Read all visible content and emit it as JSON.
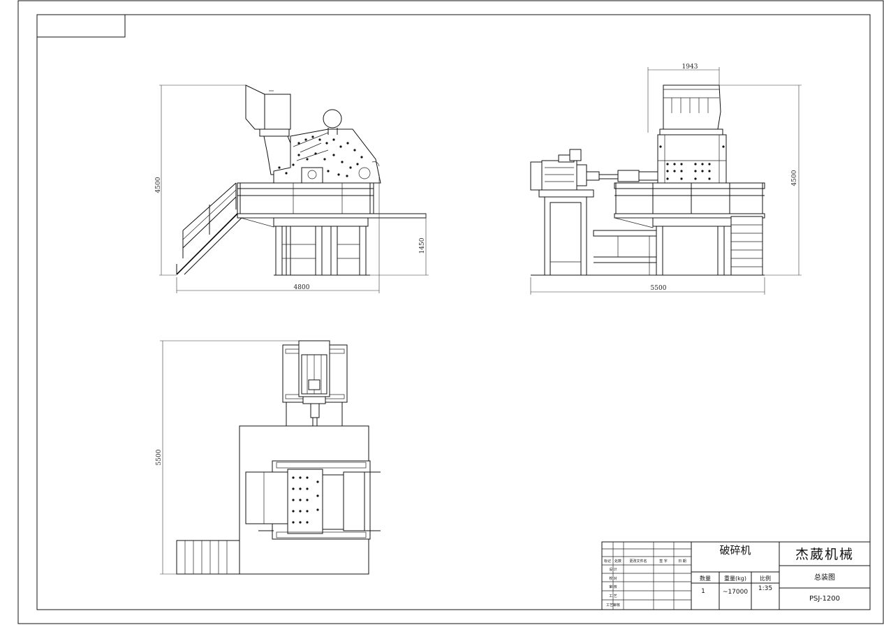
{
  "drawing": {
    "dimensions": {
      "side_width": "4800",
      "side_height": "4500",
      "platform_height": "1450",
      "front_top_width": "1943",
      "front_width": "5500",
      "front_height": "4500",
      "plan_length": "5500"
    },
    "title_block": {
      "machine_name": "破碎机",
      "company": "杰葳机械",
      "drawing_type": "总装图",
      "model": "PSJ-1200",
      "qty_label": "数量",
      "qty_value": "1",
      "weight_label": "重量(kg)",
      "weight_value": "~17000",
      "scale_label": "比例",
      "scale_value": "1:35",
      "rev_headers": [
        "标记",
        "处数",
        "更改文件名",
        "签 字",
        "日 期"
      ],
      "sign_rows": [
        "设 计",
        "校 对",
        "审 核",
        "工 艺",
        "工艺审核"
      ]
    }
  }
}
